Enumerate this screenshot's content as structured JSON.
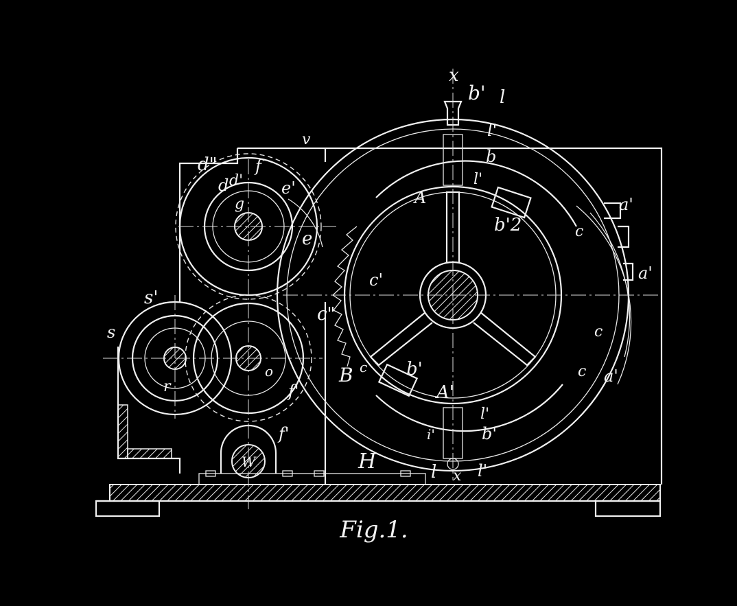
{
  "figure": {
    "caption": "Fig.1.",
    "labels": {
      "x_top": "x",
      "x_bottom": "x",
      "b1_top": "b'",
      "l_top": "l",
      "l1_top": "l'",
      "b_top": "b",
      "l1_b": "l'",
      "v": "v",
      "d2": "d\"",
      "d": "d",
      "f": "f",
      "d1": "d'",
      "g": "g",
      "e1": "e'",
      "e": "e",
      "s1": "s'",
      "s": "s",
      "r": "r",
      "o": "o",
      "f1": "f'",
      "f1b": "f'",
      "W": "W",
      "H": "H",
      "B": "B",
      "c2": "c\"",
      "c1": "c'",
      "c_low": "c",
      "A": "A",
      "A1": "A'",
      "b2": "b'2",
      "b1_mid": "b'",
      "a1_top": "a'",
      "a1_mid": "a'",
      "a1_low": "a'",
      "c_r1": "c",
      "c_r2": "c",
      "c_r3": "c",
      "l1_low": "l'",
      "i1": "i'",
      "b1_low": "b'",
      "l_low": "l",
      "l1_low2": "l'"
    }
  }
}
